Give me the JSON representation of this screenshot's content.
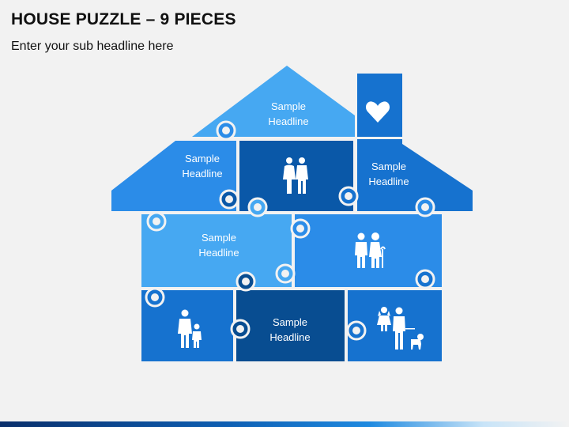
{
  "slide": {
    "title": "HOUSE PUZZLE – 9 PIECES",
    "subtitle": "Enter your sub headline here"
  },
  "colors": {
    "light": "#46a8f2",
    "medium": "#2b8ce8",
    "mid_dark": "#1672cf",
    "dark": "#0a58a8",
    "darkest": "#084d91",
    "background": "#f2f2f2"
  },
  "pieces": [
    {
      "id": "roof-top",
      "line1": "Sample",
      "line2": "Headline"
    },
    {
      "id": "roof-left",
      "line1": "Sample",
      "line2": "Headline"
    },
    {
      "id": "chimney",
      "icon": "heart-icon"
    },
    {
      "id": "roof-right",
      "line1": "Sample",
      "line2": "Headline"
    },
    {
      "id": "middle-couple",
      "icon": "couple-icon"
    },
    {
      "id": "row2-left",
      "line1": "Sample",
      "line2": "Headline"
    },
    {
      "id": "row2-right",
      "icon": "elderly-couple-icon"
    },
    {
      "id": "row3-left",
      "icon": "family-icon"
    },
    {
      "id": "row3-middle",
      "line1": "Sample",
      "line2": "Headline"
    },
    {
      "id": "row3-right",
      "icon": "father-child-dog-icon"
    }
  ]
}
